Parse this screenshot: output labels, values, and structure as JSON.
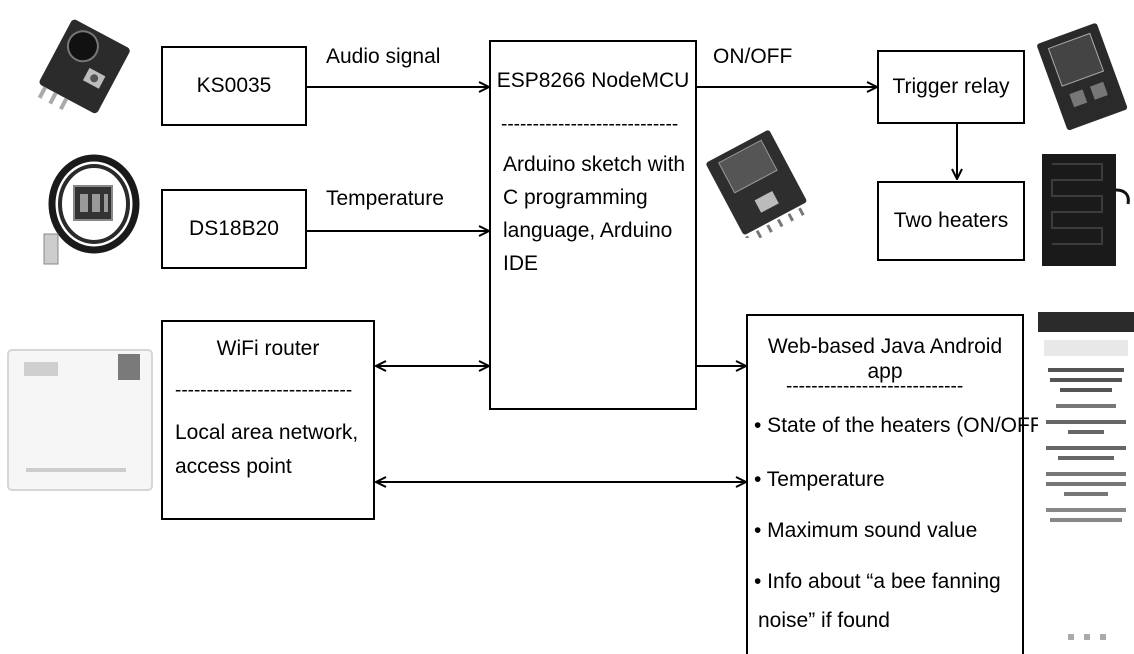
{
  "nodes": {
    "ks0035": "KS0035",
    "ds18b20": "DS18B20",
    "esp_title": "ESP8266 NodeMCU",
    "esp_sep": "----------------------------",
    "esp_body": [
      "Arduino sketch with",
      "C programming",
      "language, Arduino",
      "IDE"
    ],
    "relay": "Trigger relay",
    "heaters": "Two heaters",
    "wifi_title": "WiFi router",
    "wifi_sep": "----------------------------",
    "wifi_body": [
      "Local area network,",
      "access point"
    ],
    "app_title": "Web-based Java Android app",
    "app_sep": "----------------------------",
    "app_items": [
      "• State of the heaters (ON/OFF)",
      "• Temperature",
      "• Maximum sound value",
      "• Info about “a bee fanning",
      "noise” if found"
    ]
  },
  "edges": {
    "audio": "Audio signal",
    "temperature": "Temperature",
    "onoff": "ON/OFF"
  },
  "images": {
    "mic": "microphone-sensor-icon",
    "probe": "temperature-probe-icon",
    "router": "router-icon",
    "nodemcu": "nodemcu-board-icon",
    "relay": "relay-module-icon",
    "heater": "heater-pad-icon",
    "phone": "phone-screenshot-icon"
  }
}
